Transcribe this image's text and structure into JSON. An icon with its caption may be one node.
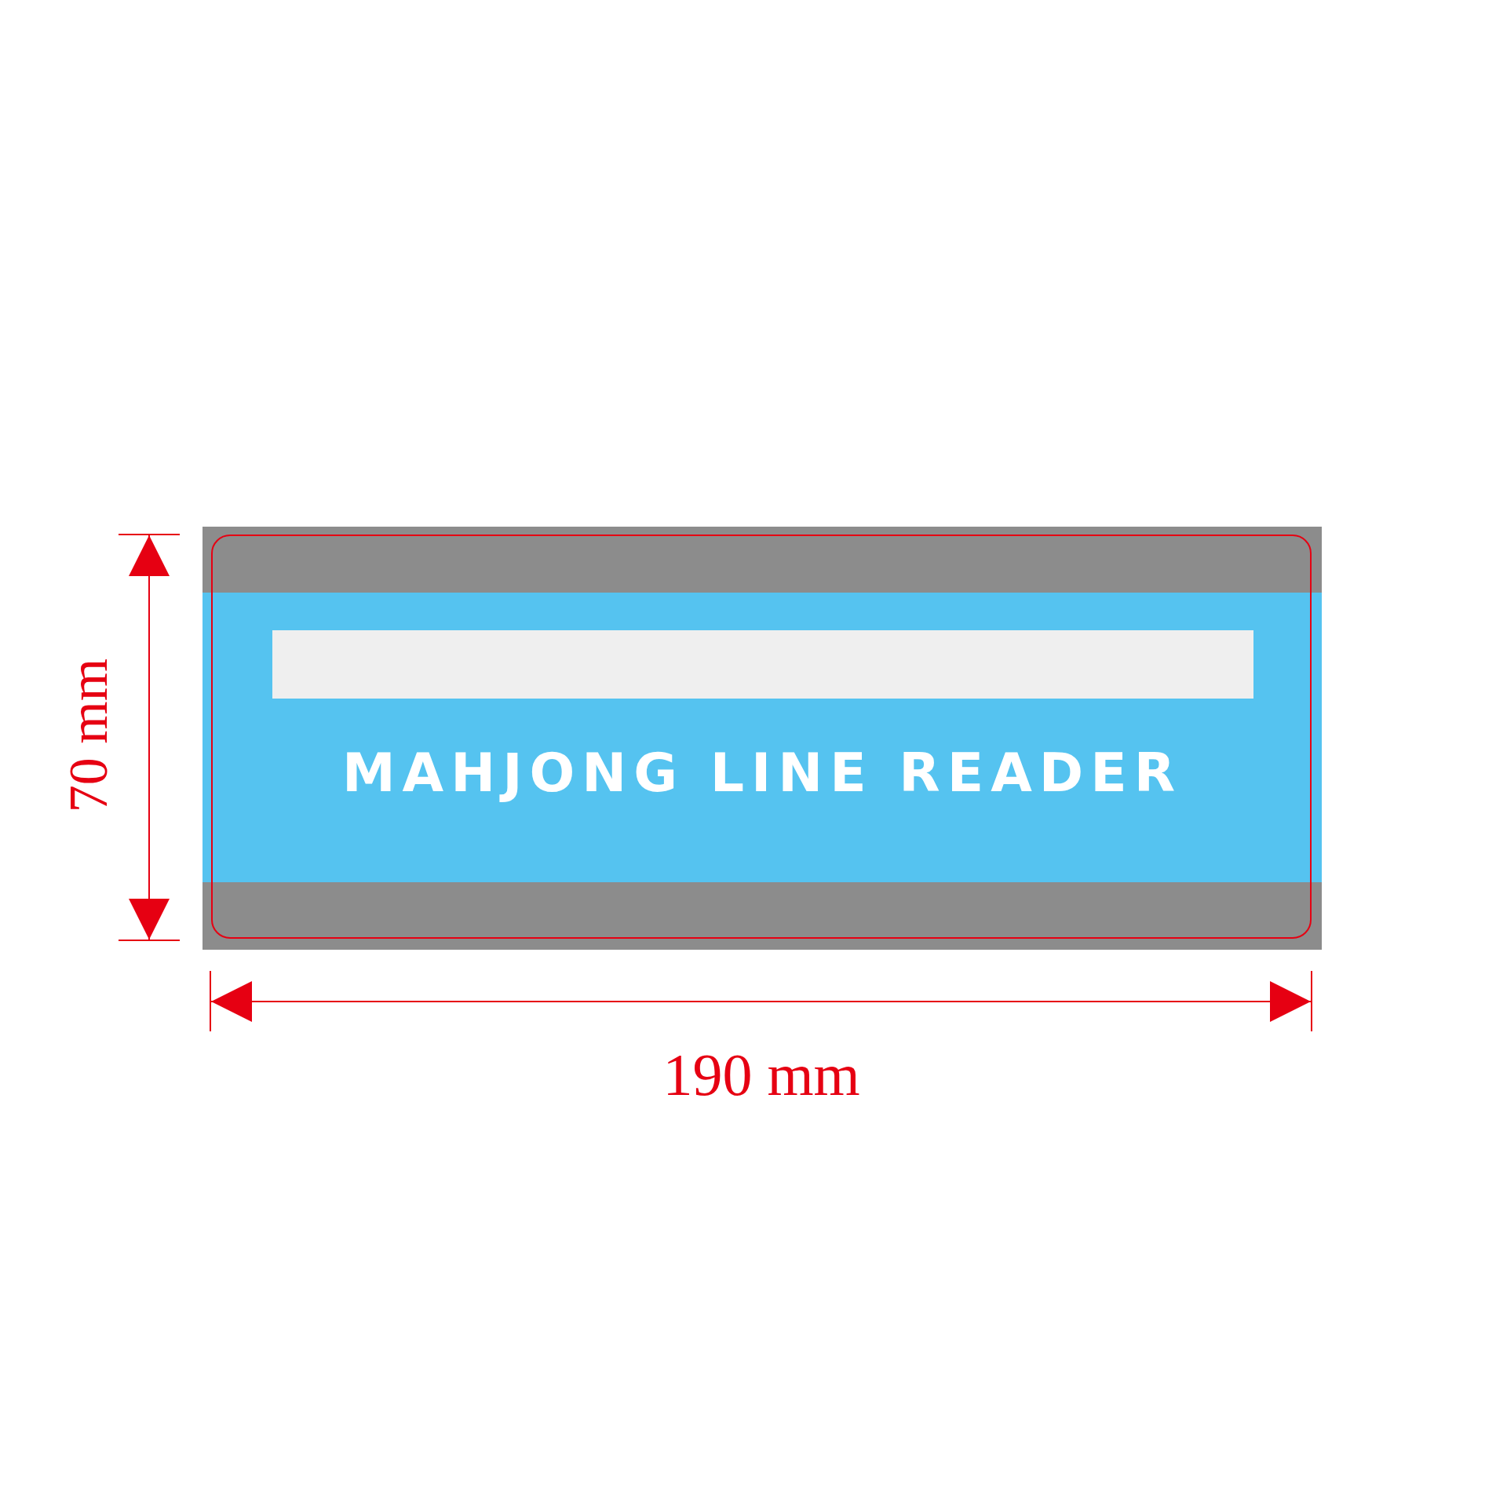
{
  "diagram": {
    "nodes": [
      {
        "text": [
          "MAHJONG LINE READER"
        ]
      },
      {
        "text": [],
        "shape": "bar",
        "in": 0
      }
    ],
    "labels": [
      "70 mm",
      "190 mm"
    ]
  }
}
